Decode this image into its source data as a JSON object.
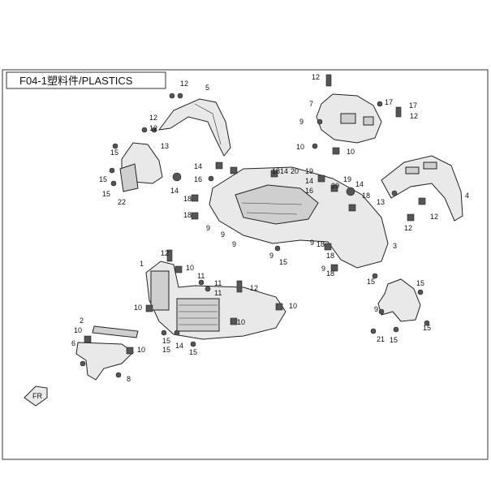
{
  "diagram": {
    "title": "F04-1塑料件/PLASTICS",
    "front_marker": "FR",
    "callouts": [
      {
        "id": "c-12a",
        "label": "12"
      },
      {
        "id": "c-5",
        "label": "5"
      },
      {
        "id": "c-12b",
        "label": "12"
      },
      {
        "id": "c-12c",
        "label": "12"
      },
      {
        "id": "c-13a",
        "label": "13"
      },
      {
        "id": "c-15a",
        "label": "15"
      },
      {
        "id": "c-15b",
        "label": "15"
      },
      {
        "id": "c-15c",
        "label": "15"
      },
      {
        "id": "c-22",
        "label": "22"
      },
      {
        "id": "c-12d",
        "label": "12"
      },
      {
        "id": "c-7",
        "label": "7"
      },
      {
        "id": "c-9a",
        "label": "9"
      },
      {
        "id": "c-17a",
        "label": "17"
      },
      {
        "id": "c-17b",
        "label": "17"
      },
      {
        "id": "c-12e",
        "label": "12"
      },
      {
        "id": "c-10a",
        "label": "10"
      },
      {
        "id": "c-10b",
        "label": "10"
      },
      {
        "id": "c-14a",
        "label": "14"
      },
      {
        "id": "c-14b",
        "label": "14"
      },
      {
        "id": "c-16a",
        "label": "16"
      },
      {
        "id": "c-18a",
        "label": "18"
      },
      {
        "id": "c-18b",
        "label": "18"
      },
      {
        "id": "c-18c",
        "label": "18"
      },
      {
        "id": "c-14c",
        "label": "14"
      },
      {
        "id": "c-20a",
        "label": "20"
      },
      {
        "id": "c-19a",
        "label": "19"
      },
      {
        "id": "c-14d",
        "label": "14"
      },
      {
        "id": "c-16b",
        "label": "16"
      },
      {
        "id": "c-20b",
        "label": "20"
      },
      {
        "id": "c-19b",
        "label": "19"
      },
      {
        "id": "c-14e",
        "label": "14"
      },
      {
        "id": "c-18d",
        "label": "18"
      },
      {
        "id": "c-18e",
        "label": "18"
      },
      {
        "id": "c-18f",
        "label": "18"
      },
      {
        "id": "c-13b",
        "label": "13"
      },
      {
        "id": "c-4",
        "label": "4"
      },
      {
        "id": "c-12f",
        "label": "12"
      },
      {
        "id": "c-12g",
        "label": "12"
      },
      {
        "id": "c-9b",
        "label": "9"
      },
      {
        "id": "c-9c",
        "label": "9"
      },
      {
        "id": "c-9d",
        "label": "9"
      },
      {
        "id": "c-9e",
        "label": "9"
      },
      {
        "id": "c-9f",
        "label": "9"
      },
      {
        "id": "c-3",
        "label": "3"
      },
      {
        "id": "c-15d",
        "label": "15"
      },
      {
        "id": "c-9g",
        "label": "9"
      },
      {
        "id": "c-18g",
        "label": "18"
      },
      {
        "id": "c-15e",
        "label": "15"
      },
      {
        "id": "c-12h",
        "label": "12"
      },
      {
        "id": "c-1",
        "label": "1"
      },
      {
        "id": "c-10c",
        "label": "10"
      },
      {
        "id": "c-11a",
        "label": "11"
      },
      {
        "id": "c-11b",
        "label": "11"
      },
      {
        "id": "c-11c",
        "label": "11"
      },
      {
        "id": "c-12i",
        "label": "12"
      },
      {
        "id": "c-10d",
        "label": "10"
      },
      {
        "id": "c-10e",
        "label": "10"
      },
      {
        "id": "c-10f",
        "label": "10"
      },
      {
        "id": "c-15f",
        "label": "15"
      },
      {
        "id": "c-14f",
        "label": "14"
      },
      {
        "id": "c-15g",
        "label": "15"
      },
      {
        "id": "c-15h",
        "label": "15"
      },
      {
        "id": "c-2",
        "label": "2"
      },
      {
        "id": "c-10g",
        "label": "10"
      },
      {
        "id": "c-6",
        "label": "6"
      },
      {
        "id": "c-10h",
        "label": "10"
      },
      {
        "id": "c-8",
        "label": "8"
      },
      {
        "id": "c-15i",
        "label": "15"
      },
      {
        "id": "c-9h",
        "label": "9"
      },
      {
        "id": "c-15j",
        "label": "15"
      },
      {
        "id": "c-21",
        "label": "21"
      },
      {
        "id": "c-15k",
        "label": "15"
      }
    ]
  }
}
